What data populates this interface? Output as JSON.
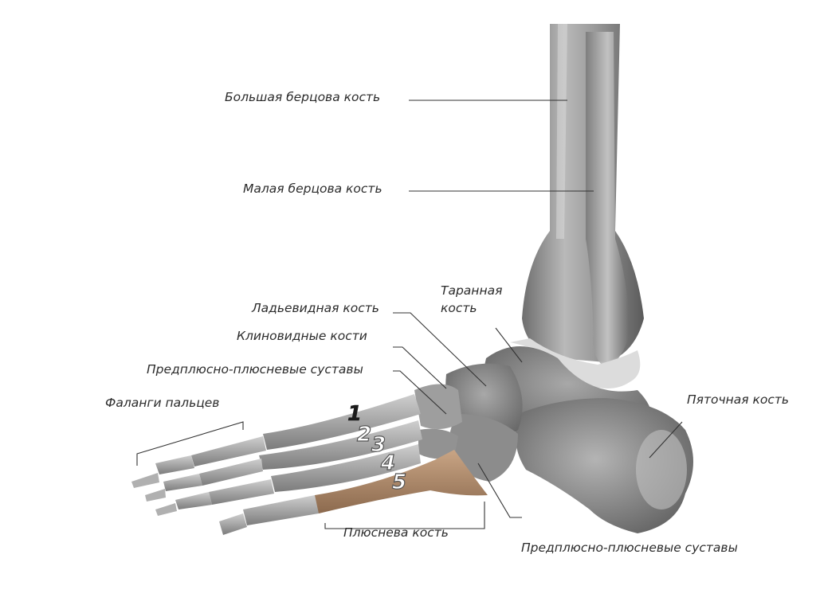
{
  "labels": {
    "tibia": "Большая берцова кость",
    "fibula": "Малая берцова кость",
    "talus_line1": "Таранная",
    "talus_line2": "кость",
    "navicular": "Ладьевидная кость",
    "cuneiform": "Клиновидные кости",
    "tarsometatarsal_top": "Предплюсно-плюсневые суставы",
    "phalanges": "Фаланги пальцев",
    "calcaneus": "Пяточная кость",
    "metatarsal": "Плюснева кость",
    "tarsometatarsal_bottom": "Предплюсно-плюсневые суставы"
  },
  "metatarsal_numbers": [
    "1",
    "2",
    "3",
    "4",
    "5"
  ],
  "colors": {
    "bone": "#8a8a8a",
    "bone_dark": "#555555",
    "bone_light": "#c4c4c4",
    "highlight_bone": "#b08a6a",
    "leader_line": "#333333",
    "text": "#2b2b2b"
  }
}
